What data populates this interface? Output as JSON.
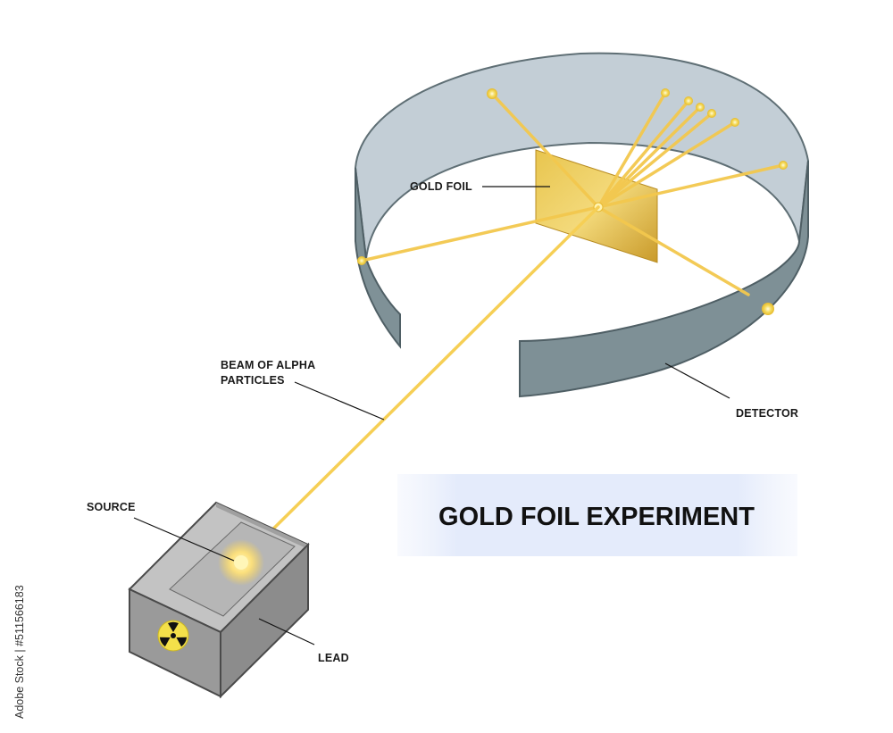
{
  "title": "GOLD FOIL EXPERIMENT",
  "labels": {
    "gold_foil": "GOLD FOIL",
    "beam_line1": "BEAM OF ALPHA",
    "beam_line2": "PARTICLES",
    "detector": "DETECTOR",
    "source": "SOURCE",
    "lead": "LEAD"
  },
  "watermark": "Adobe Stock | #511566183",
  "colors": {
    "ring_inner": "#c3ced6",
    "ring_outer": "#7e9096",
    "foil": "#d9b13c",
    "beam": "#f3c84e",
    "lead_box": "#9a9a9a",
    "title_band": "#e6edfb"
  },
  "icons": [
    "radiation-icon"
  ]
}
